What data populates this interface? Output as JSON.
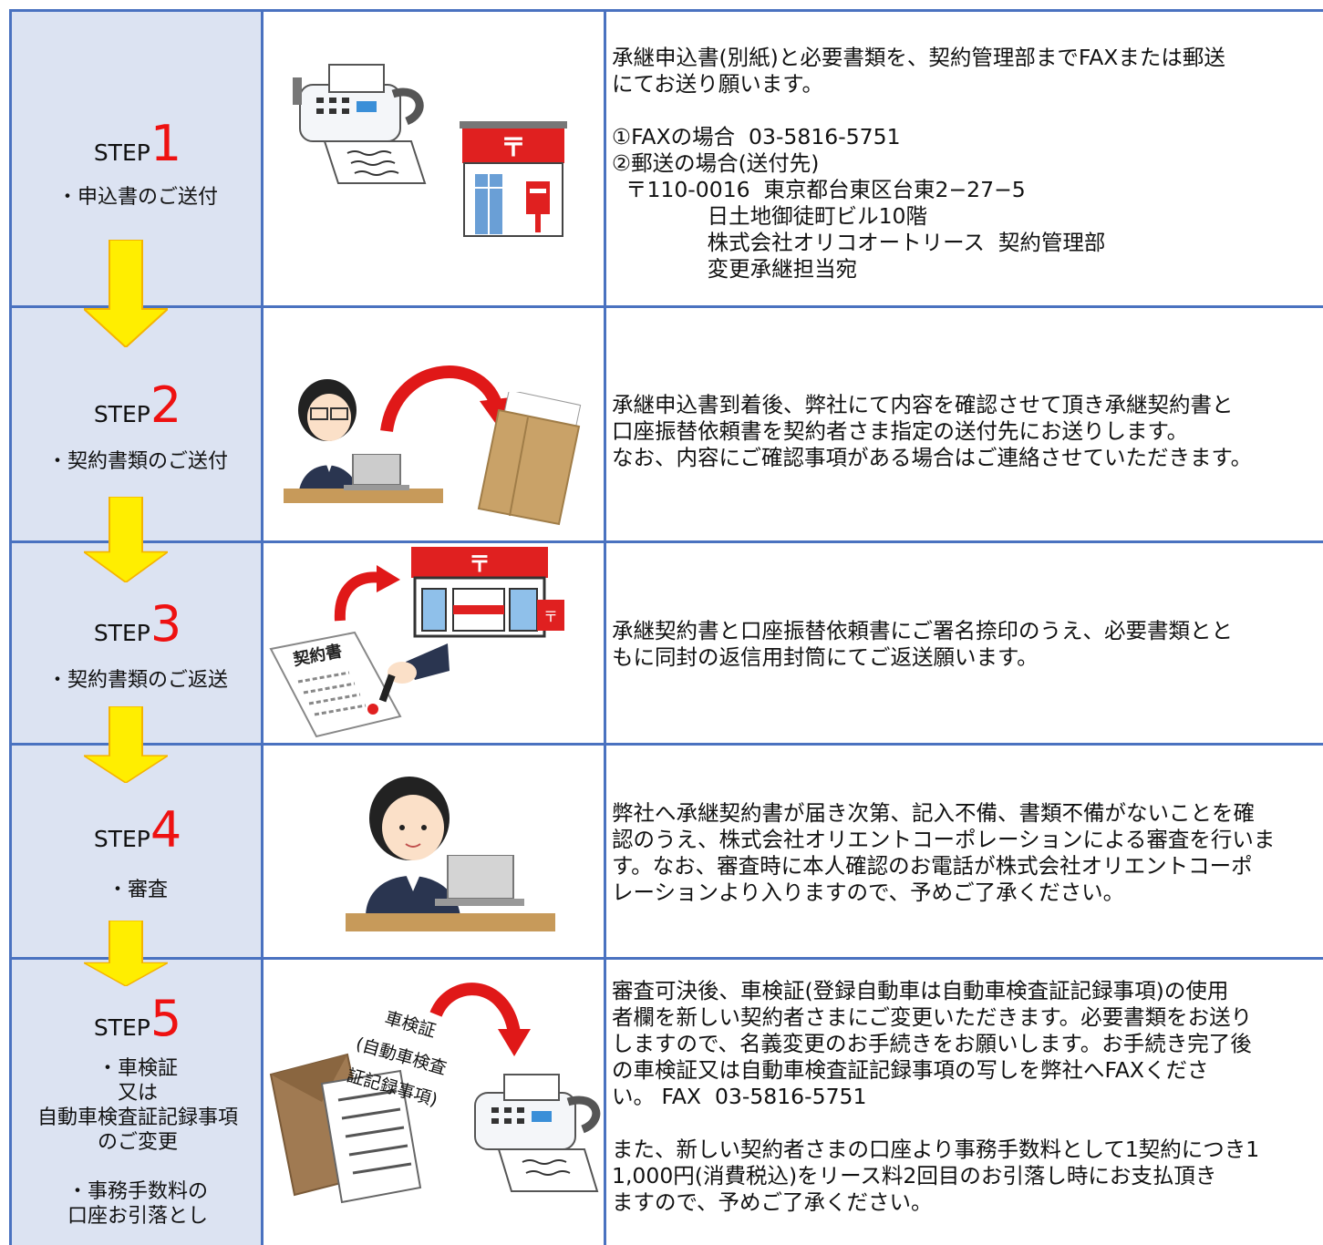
{
  "steps": [
    {
      "label": "STEP",
      "number": "1",
      "subtitle": "・申込書のご送付",
      "description": "承継申込書(別紙)と必要書類を、契約管理部までFAXまたは郵送\nにてお送り願います。\n\n①FAXの場合  03-5816-5751\n②郵送の場合(送付先)\n  〒110-0016  東京都台東区台東2−27−5\n              日土地御徒町ビル10階\n              株式会社オリコオートリース  契約管理部\n              変更承継担当宛"
    },
    {
      "label": "STEP",
      "number": "2",
      "subtitle": "・契約書類のご送付",
      "description": "承継申込書到着後、弊社にて内容を確認させて頂き承継契約書と\n口座振替依頼書を契約者さま指定の送付先にお送りします。\nなお、内容にご確認事項がある場合はご連絡させていただきます。"
    },
    {
      "label": "STEP",
      "number": "3",
      "subtitle": "・契約書類のご返送",
      "description": "承継契約書と口座振替依頼書にご署名捺印のうえ、必要書類とと\nもに同封の返信用封筒にてご返送願います。"
    },
    {
      "label": "STEP",
      "number": "4",
      "subtitle": "・審査",
      "description": "弊社へ承継契約書が届き次第、記入不備、書類不備がないことを確\n認のうえ、株式会社オリエントコーポレーションによる審査を行いま\nす。なお、審査時に本人確認のお電話が株式会社オリエントコーポ\nレーションより入りますので、予めご了承ください。"
    },
    {
      "label": "STEP",
      "number": "5",
      "subtitle": "・車検証\n又は\n自動車検査証記録事項\nのご変更\n\n・事務手数料の\n口座お引落とし",
      "description": "審査可決後、車検証(登録自動車は自動車検査証記録事項)の使用\n者欄を新しい契約者さまにご変更いただきます。必要書類をお送り\nしますので、名義変更のお手続きをお願いします。お手続き完了後\nの車検証又は自動車検査証記録事項の写しを弊社へFAXくださ\nい。 FAX  03-5816-5751\n\nまた、新しい契約者さまの口座より事務手数料として1契約につき1\n1,000円(消費税込)をリース料2回目のお引落し時にお支払頂き\nますので、予めご了承ください。"
    }
  ],
  "illustrations": {
    "step1": [
      "fax-machine-icon",
      "post-office-icon"
    ],
    "step2": [
      "office-worker-icon",
      "laptop-icon",
      "red-arrow-icon",
      "envelope-icon"
    ],
    "step3": [
      "contract-document-icon",
      "stamp-hand-icon",
      "post-office-icon",
      "red-arrow-icon"
    ],
    "step3_document_title": "契約書",
    "step4": [
      "office-worker-icon",
      "laptop-icon"
    ],
    "step5": [
      "envelope-icon",
      "document-icon",
      "red-arrow-icon",
      "fax-machine-icon"
    ],
    "step5_caption": [
      "車検証",
      "(自動車検査",
      "証記録事項)"
    ]
  },
  "colors": {
    "border": "#4a72c0",
    "step_column_bg": "#dce3f2",
    "step_number": "#ee1111",
    "arrow_fill": "#ffee00",
    "arrow_edge": "#f5b400"
  }
}
